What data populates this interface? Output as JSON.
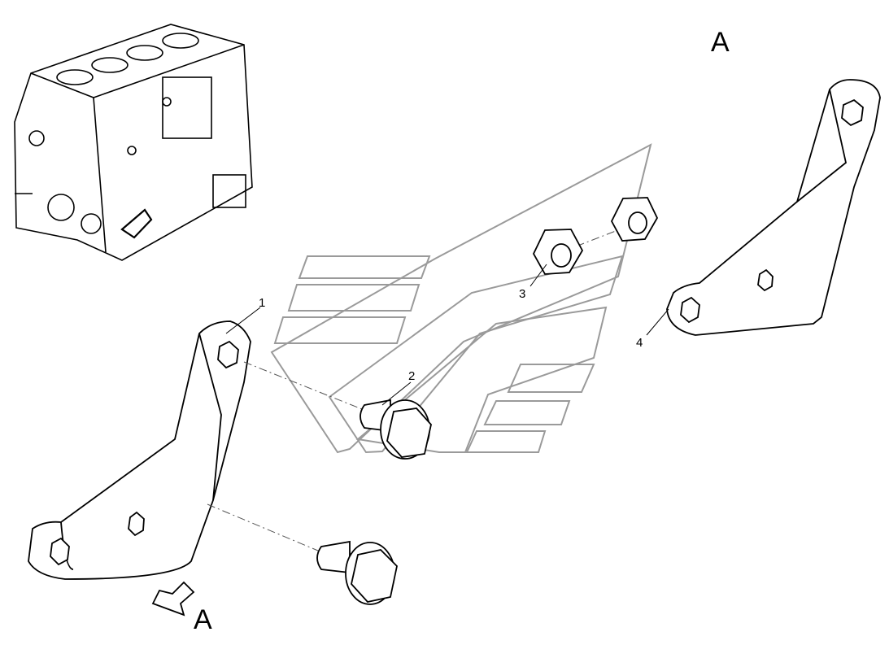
{
  "diagram": {
    "view_label": "A",
    "view_arrow_label": "A",
    "callouts": [
      "1",
      "2",
      "3",
      "4"
    ],
    "colors": {
      "line": "#000000",
      "watermark": "#9a9a9a",
      "background": "#ffffff",
      "fill": "#ffffff"
    }
  }
}
